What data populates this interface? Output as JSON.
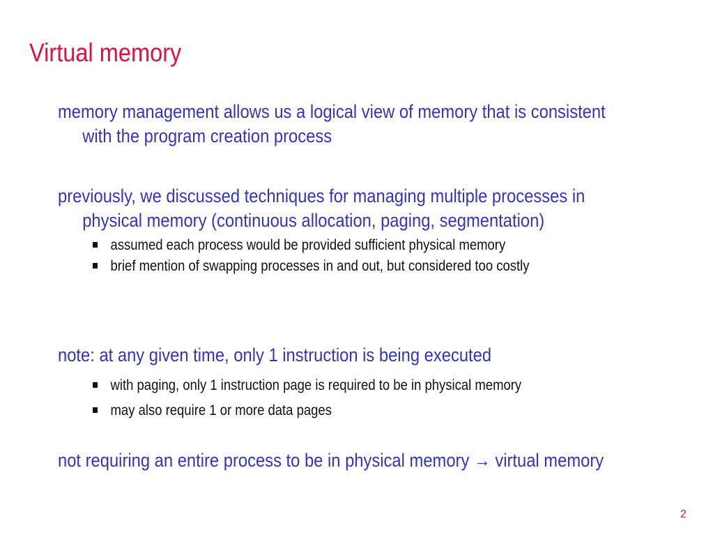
{
  "slide": {
    "title": "Virtual memory",
    "page_number": "2",
    "colors": {
      "title": "#e0103f",
      "body": "#3333bb",
      "bullet_text": "#111111"
    }
  },
  "blocks": [
    {
      "line1": "memory management allows us a logical view of memory that is consistent",
      "line2": "with the program creation process"
    },
    {
      "line1": "previously, we discussed techniques for managing multiple processes in",
      "line2": "physical memory (continuous allocation, paging, segmentation)",
      "bullets": [
        "assumed each process would be provided sufficient physical memory",
        "brief mention of swapping processes in and out, but considered too costly"
      ]
    },
    {
      "line1": "note: at any given time, only 1 instruction is being executed",
      "bullets": [
        "with paging, only 1 instruction page is required to be in physical memory",
        "may also require 1 or more data pages"
      ]
    },
    {
      "line1_part1": "not requiring an entire process to be in physical memory",
      "arrow": "→",
      "line1_part2": "virtual memory"
    }
  ]
}
